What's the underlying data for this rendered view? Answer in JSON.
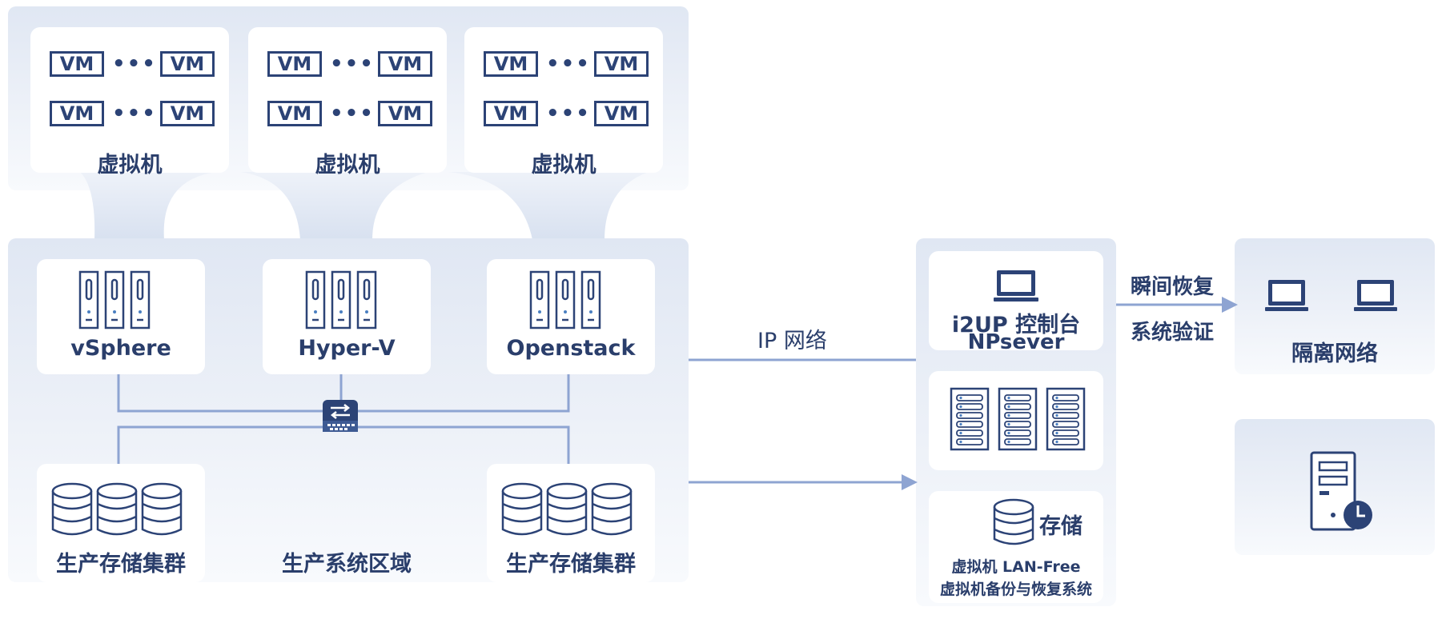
{
  "vm_groups": [
    {
      "vm_labels": [
        "VM",
        "VM",
        "VM",
        "VM"
      ],
      "title": "虚拟机"
    },
    {
      "vm_labels": [
        "VM",
        "VM",
        "VM",
        "VM"
      ],
      "title": "虚拟机"
    },
    {
      "vm_labels": [
        "VM",
        "VM",
        "VM",
        "VM"
      ],
      "title": "虚拟机"
    }
  ],
  "hypervisors": [
    "vSphere",
    "Hyper-V",
    "Openstack"
  ],
  "storage_clusters": [
    "生产存储集群",
    "生产存储集群"
  ],
  "production_zone_label": "生产系统区域",
  "ip_network_label": "IP 网络",
  "i2up": {
    "line1": "i2UP 控制台",
    "line2": "NPsever"
  },
  "storage": {
    "title": "存储",
    "line1": "虚拟机 LAN-Free",
    "line2": "虚拟机备份与恢复系统"
  },
  "recovery": {
    "line1": "瞬间恢复",
    "line2": "系统验证"
  },
  "isolated_network_label": "隔离网络",
  "colors": {
    "ink": "#2c4376",
    "line": "#8ea4d2",
    "panel": "#e3e9f4",
    "accent": "#4a7fc1"
  }
}
